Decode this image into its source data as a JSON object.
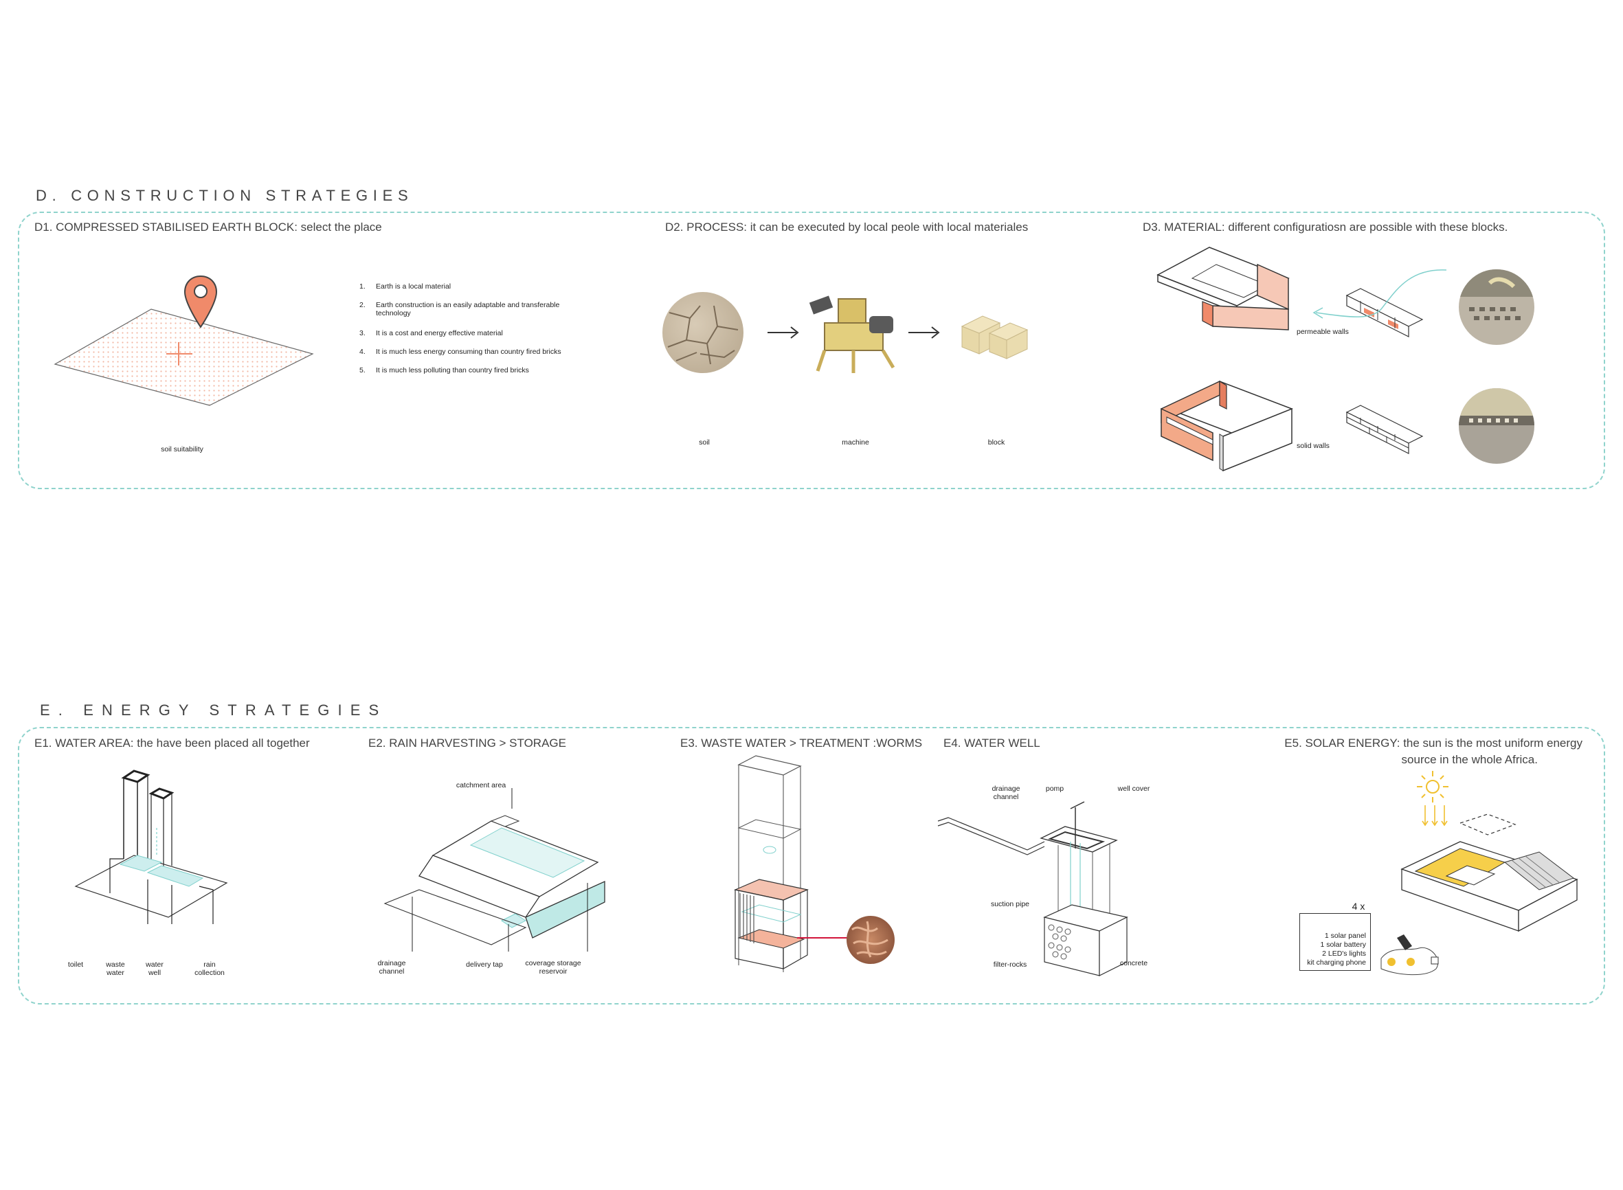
{
  "sectionD": {
    "title": "D.    CONSTRUCTION STRATEGIES",
    "d1": {
      "heading": "D1. COMPRESSED STABILISED EARTH BLOCK: select the place",
      "map_caption": "soil suitability",
      "points": [
        {
          "num": "1.",
          "text": "Earth is a local material"
        },
        {
          "num": "2.",
          "text": "Earth construction is an easily adaptable and transferable technology"
        },
        {
          "num": "3.",
          "text": "It is a cost and energy effective material"
        },
        {
          "num": "4.",
          "text": "It is much less energy consuming than country fired bricks"
        },
        {
          "num": "5.",
          "text": "It is much less polluting than country fired bricks"
        }
      ]
    },
    "d2": {
      "heading": "D2. PROCESS: it can be executed by local peole with local materiales",
      "steps": [
        "soil",
        "machine",
        "block"
      ]
    },
    "d3": {
      "heading": "D3. MATERIAL: different configuratiosn are possible with these blocks.",
      "permeable_label": "permeable walls",
      "solid_label": "solid walls"
    }
  },
  "sectionE": {
    "title": "E.    ENERGY STRATEGIES",
    "e1": {
      "heading": "E1. WATER AREA: the have been placed all together",
      "labels": {
        "toilet": "toilet",
        "waste": "waste\nwater",
        "well": "water\nwell",
        "rain": "rain\ncollection"
      }
    },
    "e2": {
      "heading": "E2. RAIN HARVESTING > STORAGE",
      "labels": {
        "catchment": "catchment area",
        "drainage": "drainage\nchannel",
        "tap": "delivery tap",
        "coverage": "coverage storage\nreservoir"
      }
    },
    "e3": {
      "heading": "E3. WASTE WATER > TREATMENT :WORMS"
    },
    "e4": {
      "heading": "E4. WATER WELL",
      "labels": {
        "drainage": "drainage\nchannel",
        "pomp": "pomp",
        "cover": "well cover",
        "suction": "suction pipe",
        "filter": "filter-rocks",
        "concrete": "concrete"
      }
    },
    "e5": {
      "heading_line1": "E5. SOLAR ENERGY: the sun is the most uniform energy",
      "heading_line2": "source in the whole Africa.",
      "multiplier": "4 x",
      "kit": [
        "1 solar panel",
        "1 solar battery",
        "2 LED's lights",
        "kit charging phone"
      ]
    }
  },
  "colors": {
    "panel_border": "#8fd3cc",
    "accent_orange": "#f08a6a",
    "teal": "#7fd0cc",
    "solar_yellow": "#f0c030",
    "worm_red": "#d2143a"
  }
}
